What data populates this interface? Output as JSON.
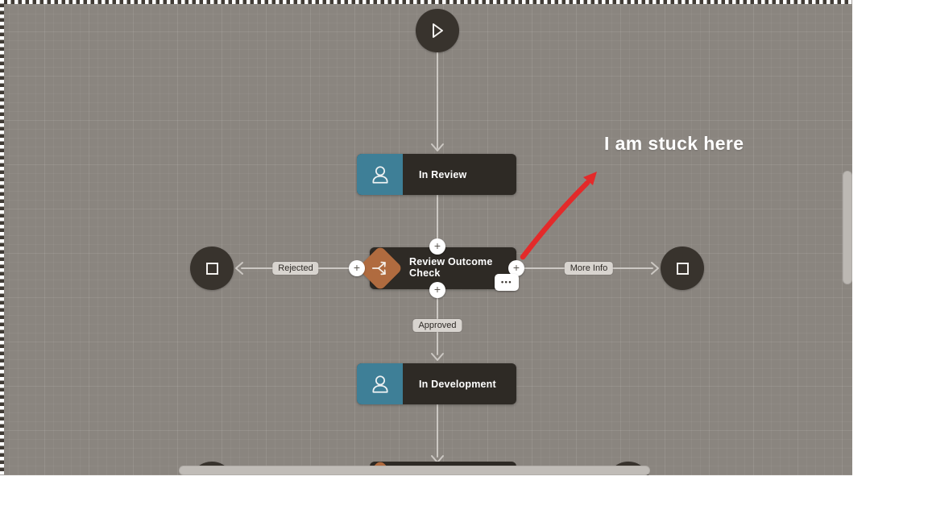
{
  "canvas": {
    "background_color": "#8a857f",
    "selection_border": "white-dashed",
    "grid": "on"
  },
  "nodes": {
    "start": {
      "type": "start-event",
      "icon": "play-icon"
    },
    "in_review": {
      "type": "user-task",
      "label": "In Review",
      "icon": "person-icon",
      "icon_bg": "#3e7f97"
    },
    "review_outcome": {
      "type": "decision",
      "label": "Review Outcome Check",
      "icon": "branch-icon",
      "icon_bg": "#b06b3f"
    },
    "end_rejected": {
      "type": "end-event",
      "icon": "stop-icon"
    },
    "end_more_info": {
      "type": "end-event",
      "icon": "stop-icon"
    },
    "in_development": {
      "type": "user-task",
      "label": "In Development",
      "icon": "person-icon",
      "icon_bg": "#3e7f97"
    },
    "bottom_partial": {
      "type": "decision-row-clipped"
    }
  },
  "edge_labels": {
    "rejected": "Rejected",
    "more_info": "More Info",
    "approved": "Approved"
  },
  "controls": {
    "add": "+",
    "more": "•••"
  },
  "annotation": {
    "text": "I am stuck here",
    "text_color": "#ffffff",
    "arrow_color": "#e32a2a"
  },
  "colors": {
    "node_dark": "#2e2a25",
    "task_icon_teal": "#3e7f97",
    "decision_orange": "#b06b3f",
    "connector_gray": "#ccc8c3",
    "pill_bg": "#d8d4cf"
  }
}
